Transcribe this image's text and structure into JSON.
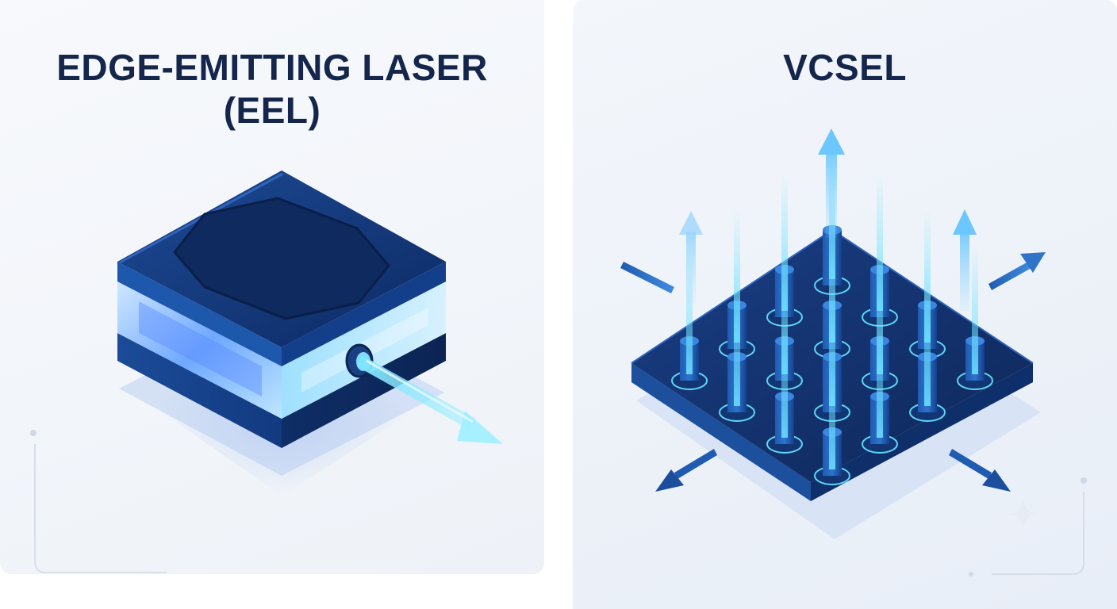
{
  "left_panel": {
    "title_line1": "EDGE-EMITTING LASER",
    "title_line2": "(EEL)"
  },
  "right_panel": {
    "title": "VCSEL"
  },
  "colors": {
    "navy": "#15264c",
    "chip_dark": "#0f2f6b",
    "chip_mid": "#1c4f9c",
    "beam": "#5fd6f5",
    "background": "#f3f6fb"
  }
}
